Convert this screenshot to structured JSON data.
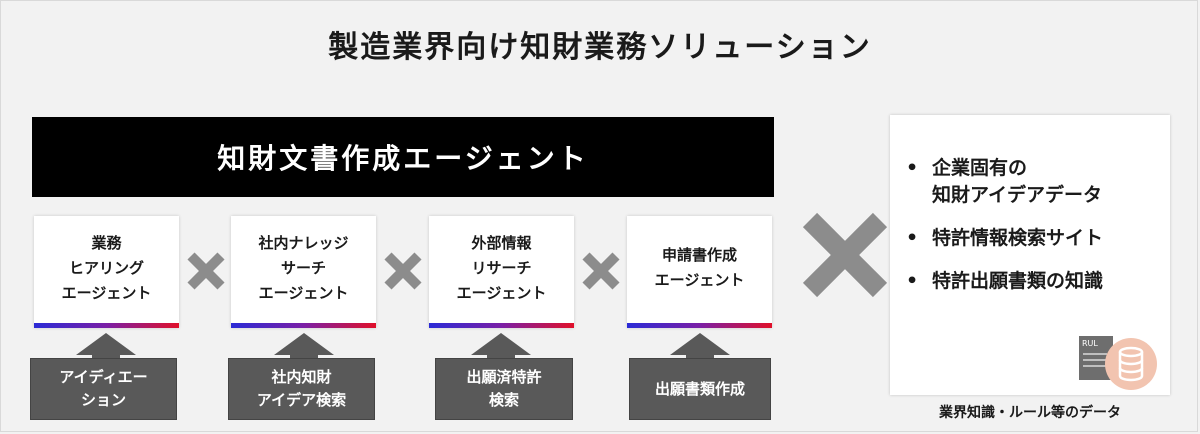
{
  "title": "製造業界向け知財業務ソリューション",
  "banner": "知財文書作成エージェント",
  "agents": [
    {
      "label": "業務\nヒアリング\nエージェント",
      "input": "アイディエー\nション"
    },
    {
      "label": "社内ナレッジ\nサーチ\nエージェント",
      "input": "社内知財\nアイデア検索"
    },
    {
      "label": "外部情報\nリサーチ\nエージェント",
      "input": "出願済特許\n検索"
    },
    {
      "label": "申請書作成\nエージェント",
      "input": "出願書類作成"
    }
  ],
  "knowledge": {
    "items": [
      "企業固有の\n知財アイデアデータ",
      "特許情報検索サイト",
      "特許出願書類の知識"
    ],
    "caption": "業界知識・ルール等のデータ",
    "icon_text": "RUL"
  },
  "colors": {
    "cross": "#8c8c8c",
    "arrow": "#595959",
    "input_box": "#595959",
    "bar_start": "#2b2bd6",
    "bar_end": "#e0102a",
    "db_icon": "#f2c4b0"
  },
  "icons": [
    "cross-icon",
    "up-arrow-icon",
    "database-icon",
    "document-icon"
  ]
}
